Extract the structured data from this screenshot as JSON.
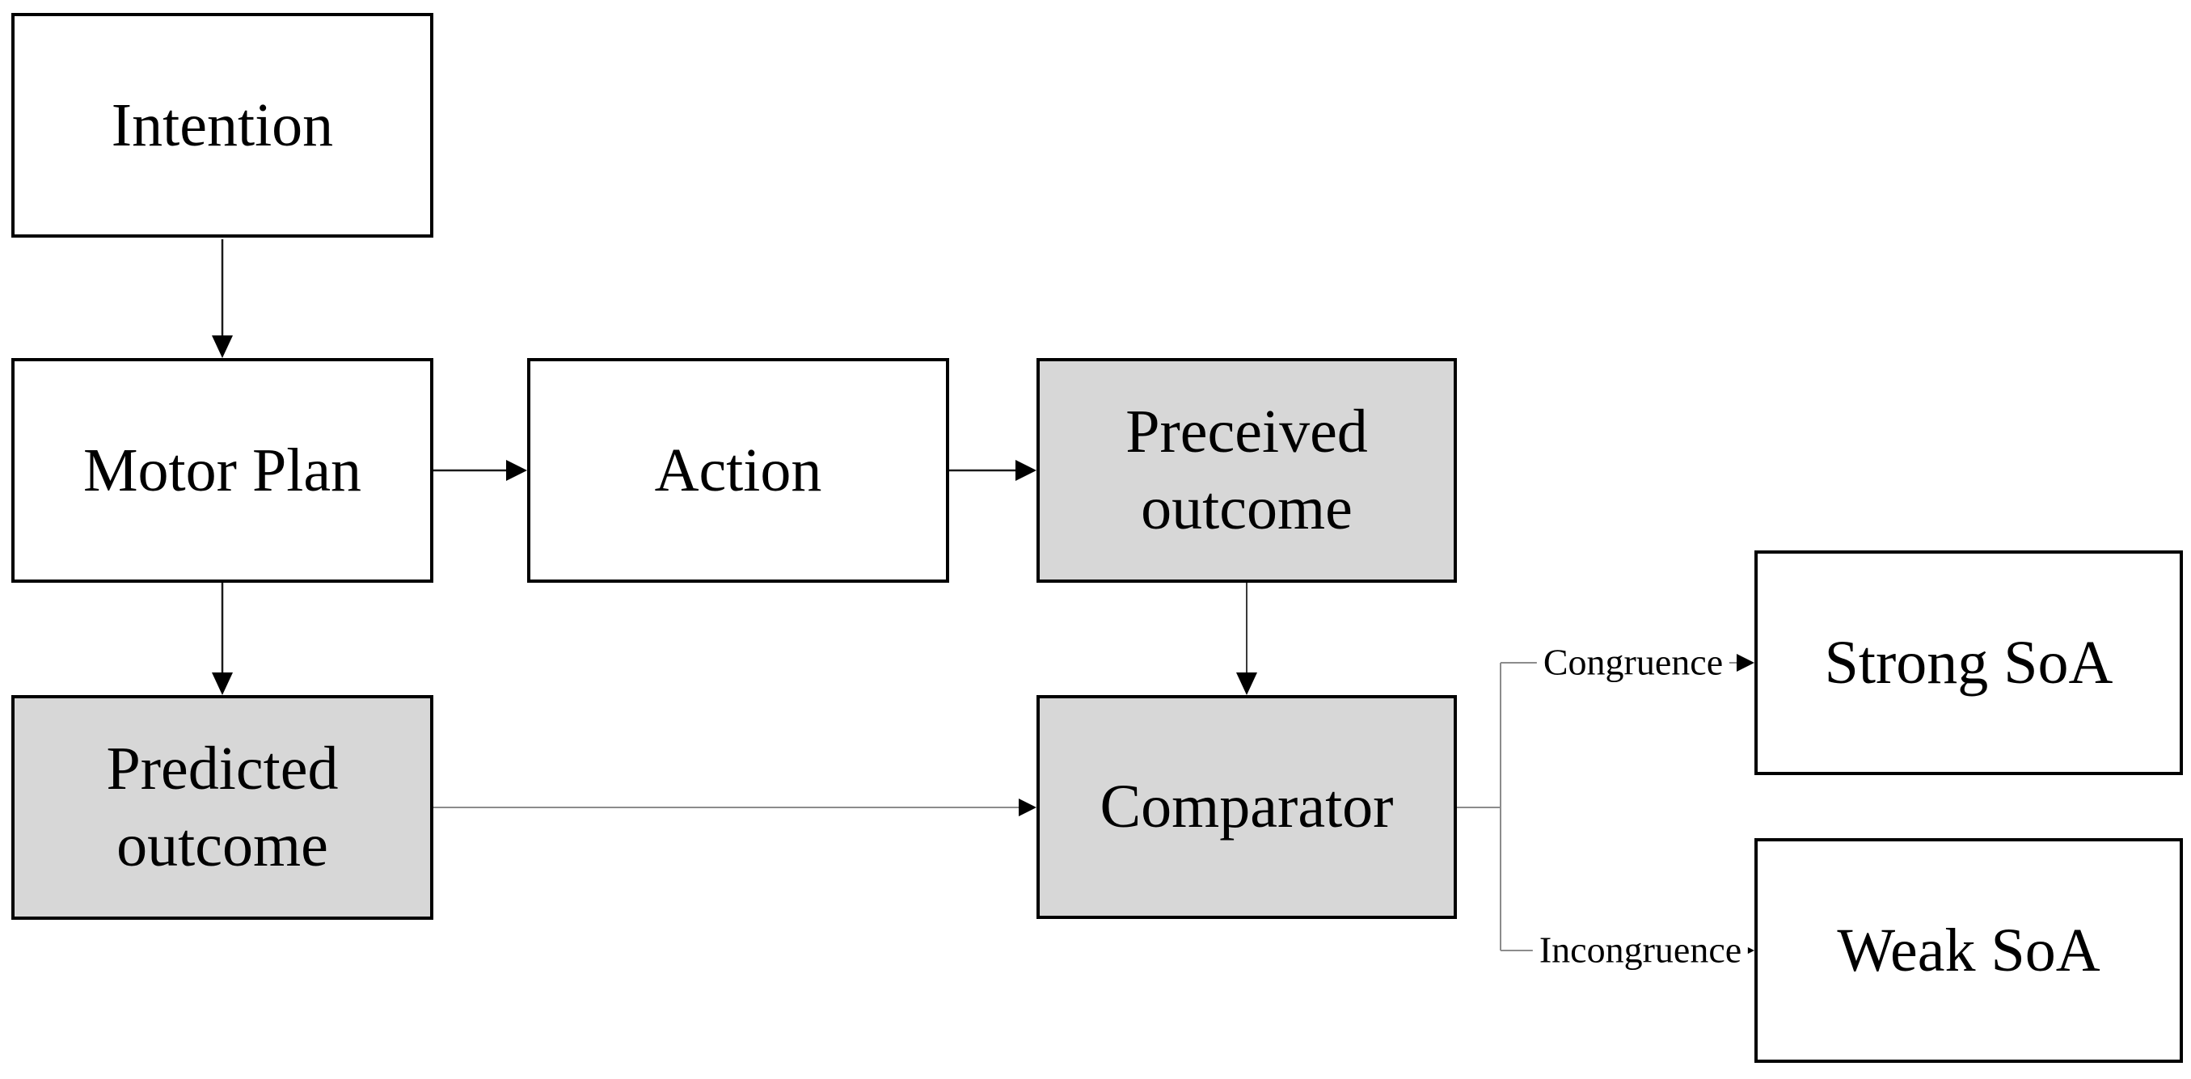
{
  "diagram": {
    "background": "#ffffff",
    "colors": {
      "node_border": "#000000",
      "node_fill_default": "#ffffff",
      "node_fill_shaded": "#d7d7d7",
      "arrow_line": "#1a1a1a",
      "branch_line": "#8c8c8c",
      "arrowhead": "#000000",
      "text": "#000000"
    },
    "nodes": {
      "intention": {
        "label": "Intention",
        "shaded": false
      },
      "motor_plan": {
        "label": "Motor Plan",
        "shaded": false
      },
      "action": {
        "label": "Action",
        "shaded": false
      },
      "perceived_outcome": {
        "label": "Preceived\noutcome",
        "shaded": true
      },
      "predicted_outcome": {
        "label": "Predicted\noutcome",
        "shaded": true
      },
      "comparator": {
        "label": "Comparator",
        "shaded": true
      },
      "strong_soa": {
        "label": "Strong SoA",
        "shaded": false
      },
      "weak_soa": {
        "label": "Weak SoA",
        "shaded": false
      }
    },
    "edges": [
      {
        "from": "intention",
        "to": "motor_plan",
        "label": ""
      },
      {
        "from": "motor_plan",
        "to": "action",
        "label": ""
      },
      {
        "from": "action",
        "to": "perceived_outcome",
        "label": ""
      },
      {
        "from": "motor_plan",
        "to": "predicted_outcome",
        "label": ""
      },
      {
        "from": "perceived_outcome",
        "to": "comparator",
        "label": ""
      },
      {
        "from": "predicted_outcome",
        "to": "comparator",
        "label": ""
      },
      {
        "from": "comparator",
        "to": "strong_soa",
        "label": "Congruence"
      },
      {
        "from": "comparator",
        "to": "weak_soa",
        "label": "Incongruence"
      }
    ]
  }
}
